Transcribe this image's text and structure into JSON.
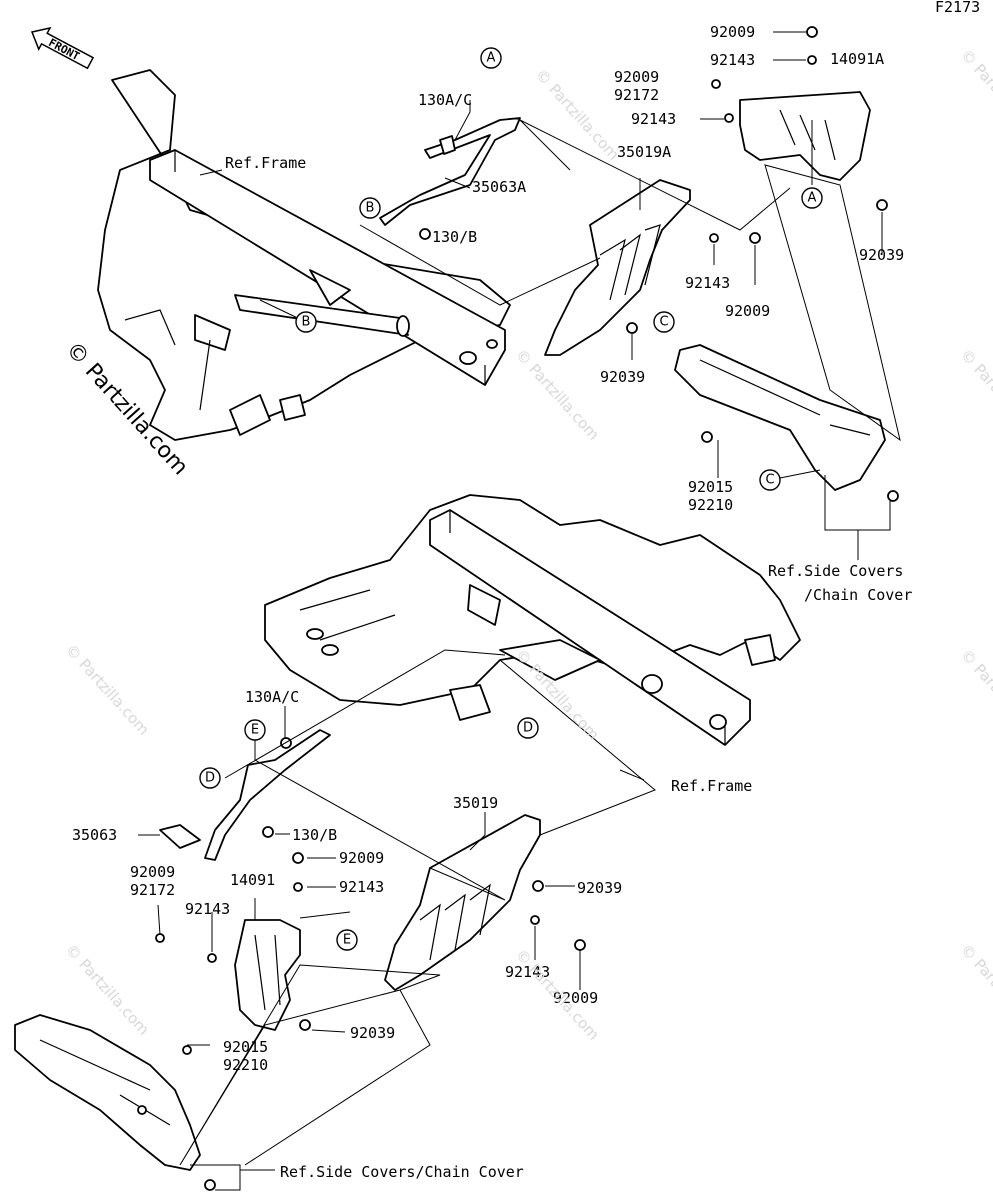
{
  "figure_code": "F2173",
  "front_arrow": "FRONT",
  "watermark": "© Partzilla.com",
  "top": {
    "ref_frame": "Ref.Frame",
    "bracket_bolt": "130A/C",
    "bracket": "35063A",
    "bolt_b": "130/B",
    "guard": "35019A",
    "screw_1": "92009",
    "washer_1": "92143",
    "screw_2": "92009",
    "bolt_2": "92172",
    "washer_2": "92143",
    "cover": "14091A",
    "clip_1": "92039",
    "washer_3": "92143",
    "screw_3": "92009",
    "clip_2": "92039",
    "nut": "92015",
    "nut_2": "92210",
    "ref_side_covers_line1": "Ref.Side Covers",
    "ref_side_covers_line2": "/Chain Cover"
  },
  "bottom": {
    "bracket_bolt": "130A/C",
    "ref_frame": "Ref.Frame",
    "guard": "35019",
    "bracket": "35063",
    "bolt_b": "130/B",
    "screw_1": "92009",
    "bolt_2": "92172",
    "screw_top": "92009",
    "washer_top": "92143",
    "cover": "14091",
    "washer_2": "92143",
    "clip_1": "92039",
    "washer_3": "92143",
    "screw_3": "92009",
    "nut": "92015",
    "nut_2": "92210",
    "clip_2": "92039",
    "ref_side_covers": "Ref.Side Covers/Chain Cover"
  },
  "callouts": {
    "A": "A",
    "B": "B",
    "C": "C",
    "D": "D",
    "E": "E"
  }
}
